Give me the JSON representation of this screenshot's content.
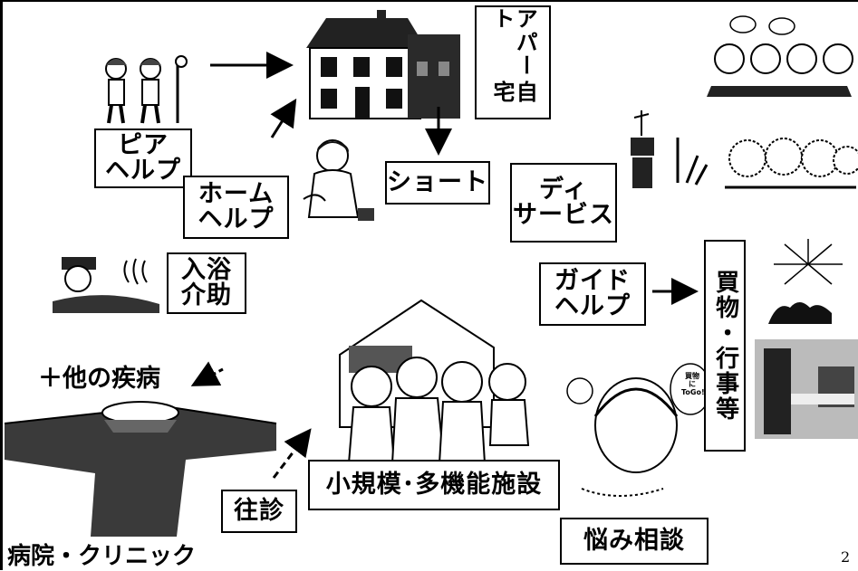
{
  "labels": {
    "peer_help_1": "ピア",
    "peer_help_2": "ヘルプ",
    "home_help_1": "ホーム",
    "home_help_2": "ヘルプ",
    "apartment_1": "アパート",
    "apartment_2": "自宅",
    "short_stay": "ショート",
    "day_service_1": "ディ",
    "day_service_2": "サービス",
    "bathing_1": "入浴",
    "bathing_2": "介助",
    "guide_help_1": "ガイド",
    "guide_help_2": "ヘルプ",
    "shopping_events": "買物・行事等",
    "other_illness": "＋他の疾病",
    "small_facility": "小規模･多機能施設",
    "home_visit": "往診",
    "consultation": "悩み相談",
    "hospital_clinic": "病院・クリニック",
    "page_number": "2"
  },
  "bubbles": {
    "speech_1": "買物\nに\nToGo!"
  }
}
